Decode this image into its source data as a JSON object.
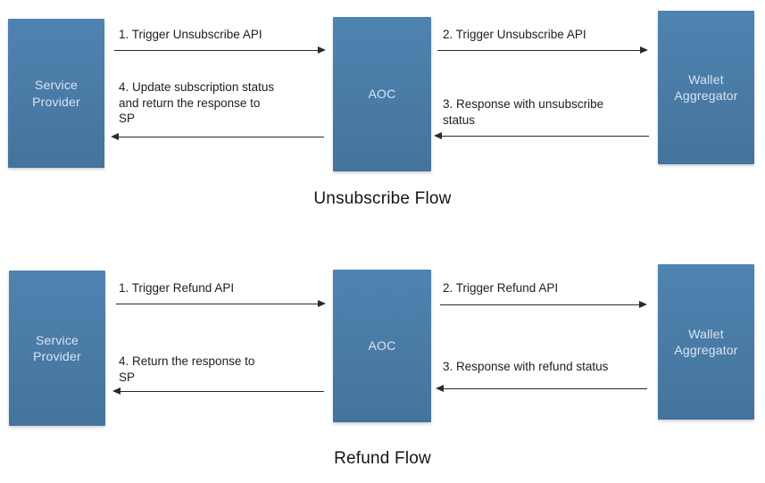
{
  "colors": {
    "actor_fill_top": "#4f83b0",
    "actor_fill_bottom": "#44749d",
    "actor_text": "#d9e5f0",
    "message_text": "#1e1e1e",
    "arrow": "#2a2a2a",
    "title_text": "#141414",
    "background": "#ffffff"
  },
  "flows": [
    {
      "title": "Unsubscribe Flow",
      "actors": [
        {
          "name": "Service Provider"
        },
        {
          "name": "AOC"
        },
        {
          "name": "Wallet Aggregator"
        }
      ],
      "messages": [
        {
          "step": 1,
          "label": "1. Trigger Unsubscribe API",
          "from": "Service Provider",
          "to": "AOC",
          "direction": "right"
        },
        {
          "step": 2,
          "label": "2. Trigger Unsubscribe API",
          "from": "AOC",
          "to": "Wallet Aggregator",
          "direction": "right"
        },
        {
          "step": 3,
          "label": "3. Response with unsubscribe status",
          "from": "Wallet Aggregator",
          "to": "AOC",
          "direction": "left"
        },
        {
          "step": 4,
          "label": "4. Update subscription status and return the response to SP",
          "from": "AOC",
          "to": "Service Provider",
          "direction": "left"
        }
      ]
    },
    {
      "title": "Refund Flow",
      "actors": [
        {
          "name": "Service Provider"
        },
        {
          "name": "AOC"
        },
        {
          "name": "Wallet Aggregator"
        }
      ],
      "messages": [
        {
          "step": 1,
          "label": "1. Trigger Refund API",
          "from": "Service Provider",
          "to": "AOC",
          "direction": "right"
        },
        {
          "step": 2,
          "label": "2. Trigger Refund API",
          "from": "AOC",
          "to": "Wallet Aggregator",
          "direction": "right"
        },
        {
          "step": 3,
          "label": "3. Response with refund status",
          "from": "Wallet Aggregator",
          "to": "AOC",
          "direction": "left"
        },
        {
          "step": 4,
          "label": "4. Return the response to SP",
          "from": "AOC",
          "to": "Service Provider",
          "direction": "left"
        }
      ]
    }
  ]
}
